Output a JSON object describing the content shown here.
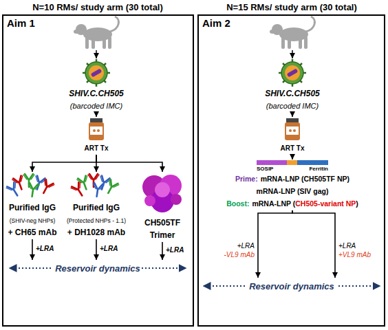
{
  "diagram": {
    "nodes": [
      {
        "text": [
          "N=10 RMs/ study arm (30 total)",
          "Aim 1"
        ]
      },
      {
        "text": [
          "SHIV.C.CH505",
          "(barcoded IMC)"
        ],
        "in": 0
      },
      {
        "text": [
          "ART Tx"
        ],
        "in": 0
      },
      {
        "text": [
          "Purified IgG",
          "(SHIV-neg NHPs)",
          "+ CH65 mAb"
        ],
        "in": 0
      },
      {
        "text": [
          "Purified IgG",
          "(Protected NHPs - 1.1)",
          "+ DH1028 mAb"
        ],
        "in": 0
      },
      {
        "text": [
          "CH505TF Trimer"
        ],
        "in": 0
      },
      {
        "text": [
          "Reservoir dynamics"
        ],
        "in": 0
      },
      {
        "text": [
          "N=15 RMs/ study arm (30 total)",
          "Aim 2"
        ]
      },
      {
        "text": [
          "SHIV.C.CH505",
          "(barcoded IMC)"
        ],
        "in": 7
      },
      {
        "text": [
          "ART Tx"
        ],
        "in": 7
      },
      {
        "text": [
          "SOSIP",
          "Ferritin",
          "Prime:",
          "mRNA-LNP (CH505TF NP)",
          "mRNA-LNP (SIV gag)",
          "Boost:",
          "mRNA-LNP (",
          "CH505-variant NP",
          ")"
        ],
        "in": 7
      },
      {
        "text": [
          "Reservoir dynamics"
        ],
        "in": 7
      }
    ],
    "edges": [
      {
        "from": 1,
        "to": 2,
        "arrow": "to"
      },
      {
        "from": 2,
        "to": 3,
        "arrow": "to"
      },
      {
        "from": 2,
        "to": 4,
        "arrow": "to"
      },
      {
        "from": 2,
        "to": 5,
        "arrow": "to"
      },
      {
        "from": 3,
        "to": 6,
        "label": "+LRA",
        "arrow": "to"
      },
      {
        "from": 4,
        "to": 6,
        "label": "+LRA",
        "arrow": "to"
      },
      {
        "from": 5,
        "to": 6,
        "label": "+LRA",
        "arrow": "to"
      },
      {
        "from": 8,
        "to": 9,
        "arrow": "to"
      },
      {
        "from": 9,
        "to": 10,
        "arrow": "to"
      },
      {
        "from": 10,
        "to": 11,
        "arrow": "to"
      },
      {
        "from": 10,
        "to": 11,
        "arrow": "to"
      }
    ],
    "labels": [
      "+LRA",
      "-VL9 mAb",
      "+LRA",
      "+VL9 mAb"
    ]
  }
}
